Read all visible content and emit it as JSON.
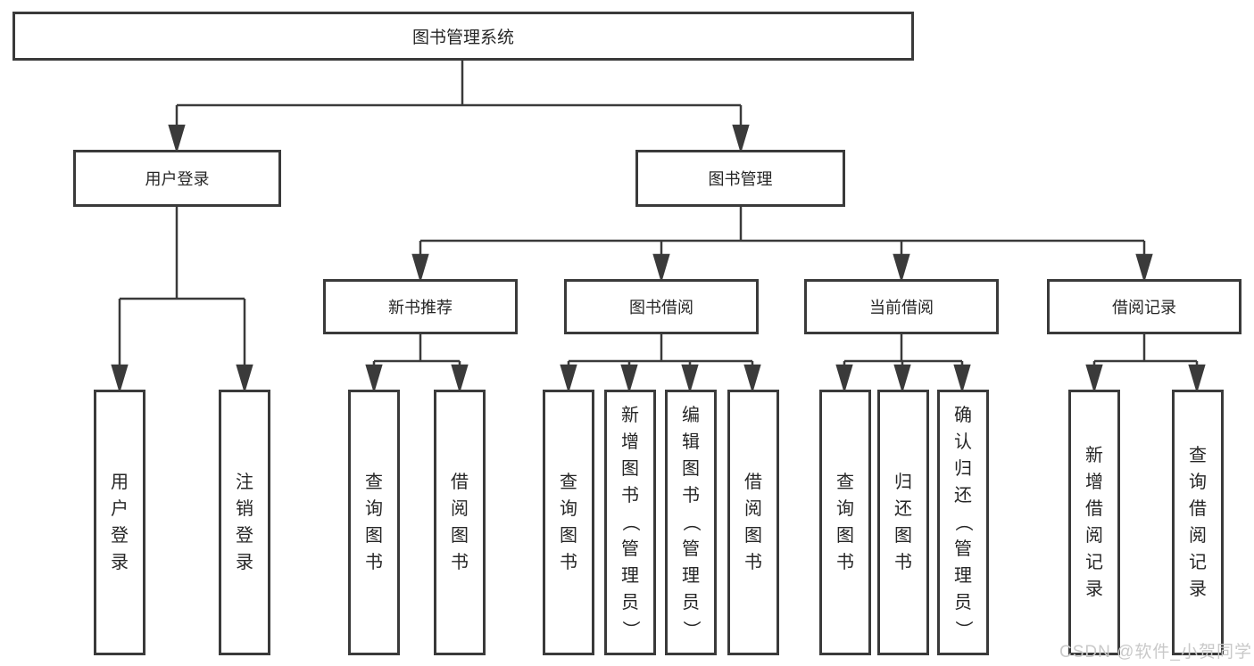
{
  "diagram_title": "图书管理系统",
  "colors": {
    "line": "#3a3a3a",
    "box_background": "#ffffff",
    "text": "#262626",
    "watermark": "#c9c9c9"
  },
  "tree": {
    "root": {
      "label": "图书管理系统"
    },
    "level2": [
      {
        "label": "用户登录"
      },
      {
        "label": "图书管理"
      }
    ],
    "level3": [
      {
        "label": "新书推荐"
      },
      {
        "label": "图书借阅"
      },
      {
        "label": "当前借阅"
      },
      {
        "label": "借阅记录"
      }
    ],
    "leaves": {
      "user_login": [
        "用户登录",
        "注销登录"
      ],
      "new_book": [
        "查询图书",
        "借阅图书"
      ],
      "book_borrow": [
        "查询图书",
        "新增图书（管理员）",
        "编辑图书（管理员）",
        "借阅图书"
      ],
      "current_borrow": [
        "查询图书",
        "归还图书",
        "确认归还（管理员）"
      ],
      "borrow_record": [
        "新增借阅记录",
        "查询借阅记录"
      ]
    }
  },
  "watermark": "CSDN @软件_小贺同学"
}
